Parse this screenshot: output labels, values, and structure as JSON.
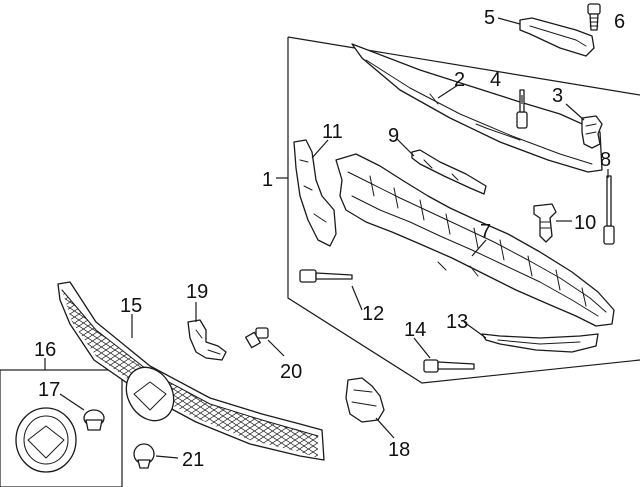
{
  "diagram": {
    "callouts": [
      "1",
      "2",
      "3",
      "4",
      "5",
      "6",
      "7",
      "8",
      "9",
      "10",
      "11",
      "12",
      "13",
      "14",
      "15",
      "16",
      "17",
      "18",
      "19",
      "20",
      "21"
    ]
  }
}
